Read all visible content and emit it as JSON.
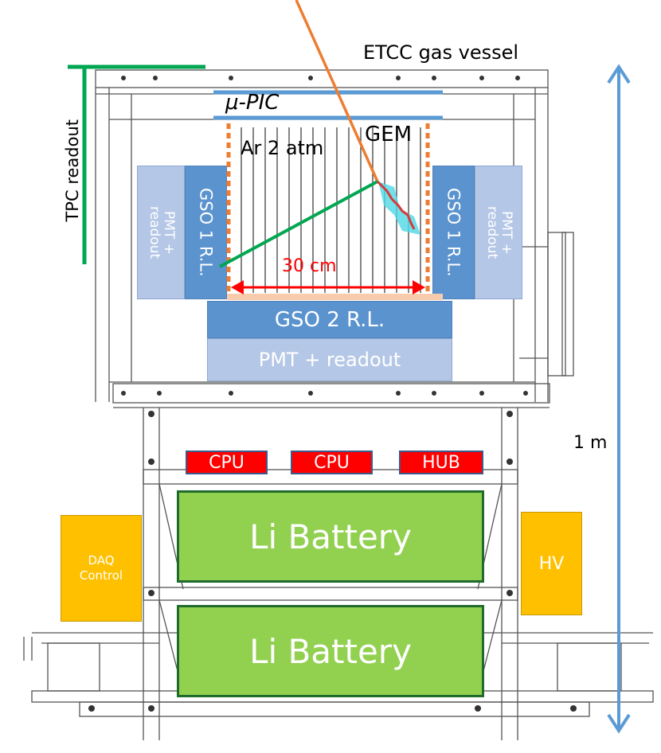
{
  "labels": {
    "etcc": "ETCC gas vessel",
    "upic": "μ-PIC",
    "gem": "GEM",
    "gas": "Ar 2 atm",
    "tpc_readout": "TPC readout",
    "gso_left": "GSO 1 R.L.",
    "gso_right": "GSO 1 R.L.",
    "pmt_left": "PMT +\nreadout",
    "pmt_right": "PMT +\nreadout",
    "dimension_30cm": "30 cm",
    "gso_bottom": "GSO 2 R.L.",
    "pmt_bottom": "PMT + readout",
    "cpu1": "CPU",
    "cpu2": "CPU",
    "hub": "HUB",
    "battery1": "Li Battery",
    "battery2": "Li Battery",
    "daq": "DAQ\nControl",
    "hv": "HV",
    "height": "1 m"
  },
  "colors": {
    "gso": "#5b93cf",
    "pmt": "#b5c7e6",
    "cpu": "#ff0000",
    "battery": "#92d050",
    "orange_box": "#ffc000",
    "track_orange": "#ed7d31",
    "track_green": "#00a651",
    "dimension_red": "#ff0000",
    "scale_arrow": "#5b9bd5"
  }
}
